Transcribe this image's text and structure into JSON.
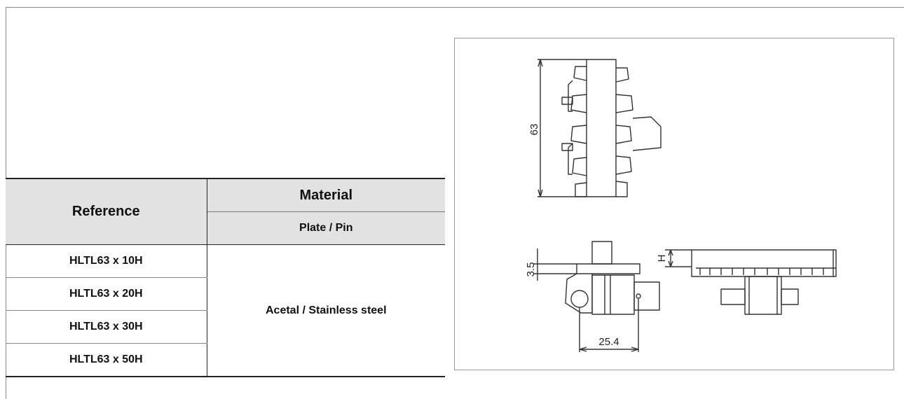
{
  "table": {
    "header": {
      "reference": "Reference",
      "material": "Material",
      "plate_pin": "Plate / Pin"
    },
    "rows": [
      "HLTL63 x 10H",
      "HLTL63 x 20H",
      "HLTL63 x 30H",
      "HLTL63 x 50H"
    ],
    "material_value": "Acetal / Stainless steel"
  },
  "drawing": {
    "dim_height": "63",
    "dim_flange": "3.5",
    "dim_width": "25.4",
    "dim_h": "H"
  }
}
